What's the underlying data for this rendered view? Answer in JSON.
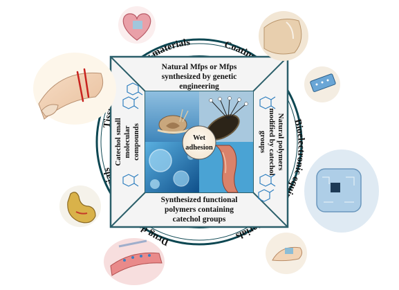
{
  "center": {
    "label_line1": "Wet",
    "label_line2": "adhesion"
  },
  "panels": {
    "top": [
      "Natural Mfps or Mfps",
      "synthesized by genetic",
      "engineering"
    ],
    "right": [
      "Natural polymers",
      "modified by catechol",
      "groups"
    ],
    "bottom": [
      "Synthesized functional",
      "polymers containing",
      "catechol groups"
    ],
    "left": [
      "Catechol small",
      "molecular",
      "compounds"
    ]
  },
  "ring_labels": {
    "top_left": "Tissue wound repair materials",
    "top_right": "Coating materials",
    "right": "Bioelectronic equipment materials",
    "bottom_left": "Drug delivery materials"
  },
  "icons": {
    "application_images": [
      "heart-icon",
      "arm-wound-icon",
      "coating-film-icon",
      "patch-device-icon",
      "electronic-skin-icon",
      "finger-sensor-icon",
      "stomach-icon",
      "drug-patch-icon"
    ],
    "center_images": [
      "snail-icon",
      "mussel-icon",
      "water-droplets-icon",
      "muscle-arm-icon"
    ],
    "molecule": "catechol-molecule-icon"
  },
  "colors": {
    "ring": "#1f6d79",
    "ring_border": "#0d4752",
    "square_border": "#2b5f6a",
    "panel_bg": "#f4f4f4",
    "sky_blue": "#6fa9cf",
    "deep_blue": "#2a73a8",
    "molecule_blue": "#2f7fbf",
    "wound_red": "#c8221e"
  }
}
